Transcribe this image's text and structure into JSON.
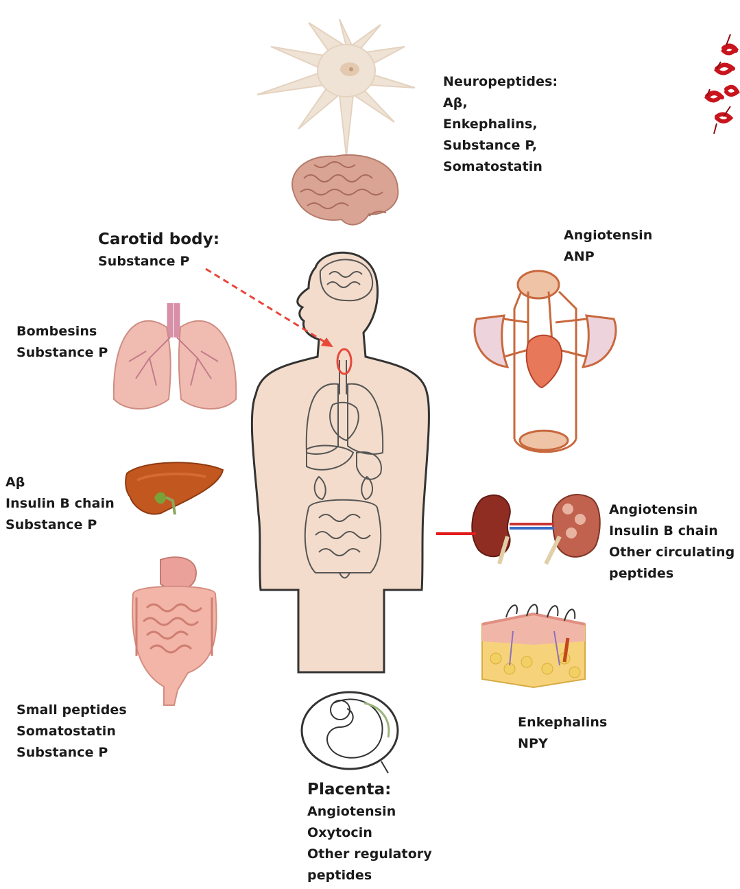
{
  "diagram": {
    "neuron": {
      "lines": [
        "Neuropeptides:",
        "Aβ,",
        "Enkephalins,",
        "Substance P,",
        "Somatostatin"
      ]
    },
    "carotid": {
      "heading": "Carotid body:",
      "lines": [
        "Substance P"
      ]
    },
    "lungs": {
      "lines": [
        "Bombesins",
        "Substance P"
      ]
    },
    "liver": {
      "lines": [
        "Aβ",
        "Insulin B chain",
        "Substance P"
      ]
    },
    "intestine": {
      "lines": [
        "Small peptides",
        "Somatostatin",
        "Substance P"
      ]
    },
    "circulation": {
      "lines": [
        "Angiotensin",
        "ANP"
      ]
    },
    "kidney": {
      "lines": [
        "Angiotensin",
        "Insulin B chain",
        "Other circulating",
        "peptides"
      ]
    },
    "skin": {
      "lines": [
        "Enkephalins",
        "NPY"
      ]
    },
    "placenta": {
      "heading": "Placenta:",
      "lines": [
        "Angiotensin",
        "Oxytocin",
        "Other regulatory",
        "peptides"
      ]
    }
  },
  "colors": {
    "body_fill": "#f3dccb",
    "outline": "#333333",
    "highlight_red": "#e8473c",
    "kidney_connector": "#e21b1b"
  }
}
